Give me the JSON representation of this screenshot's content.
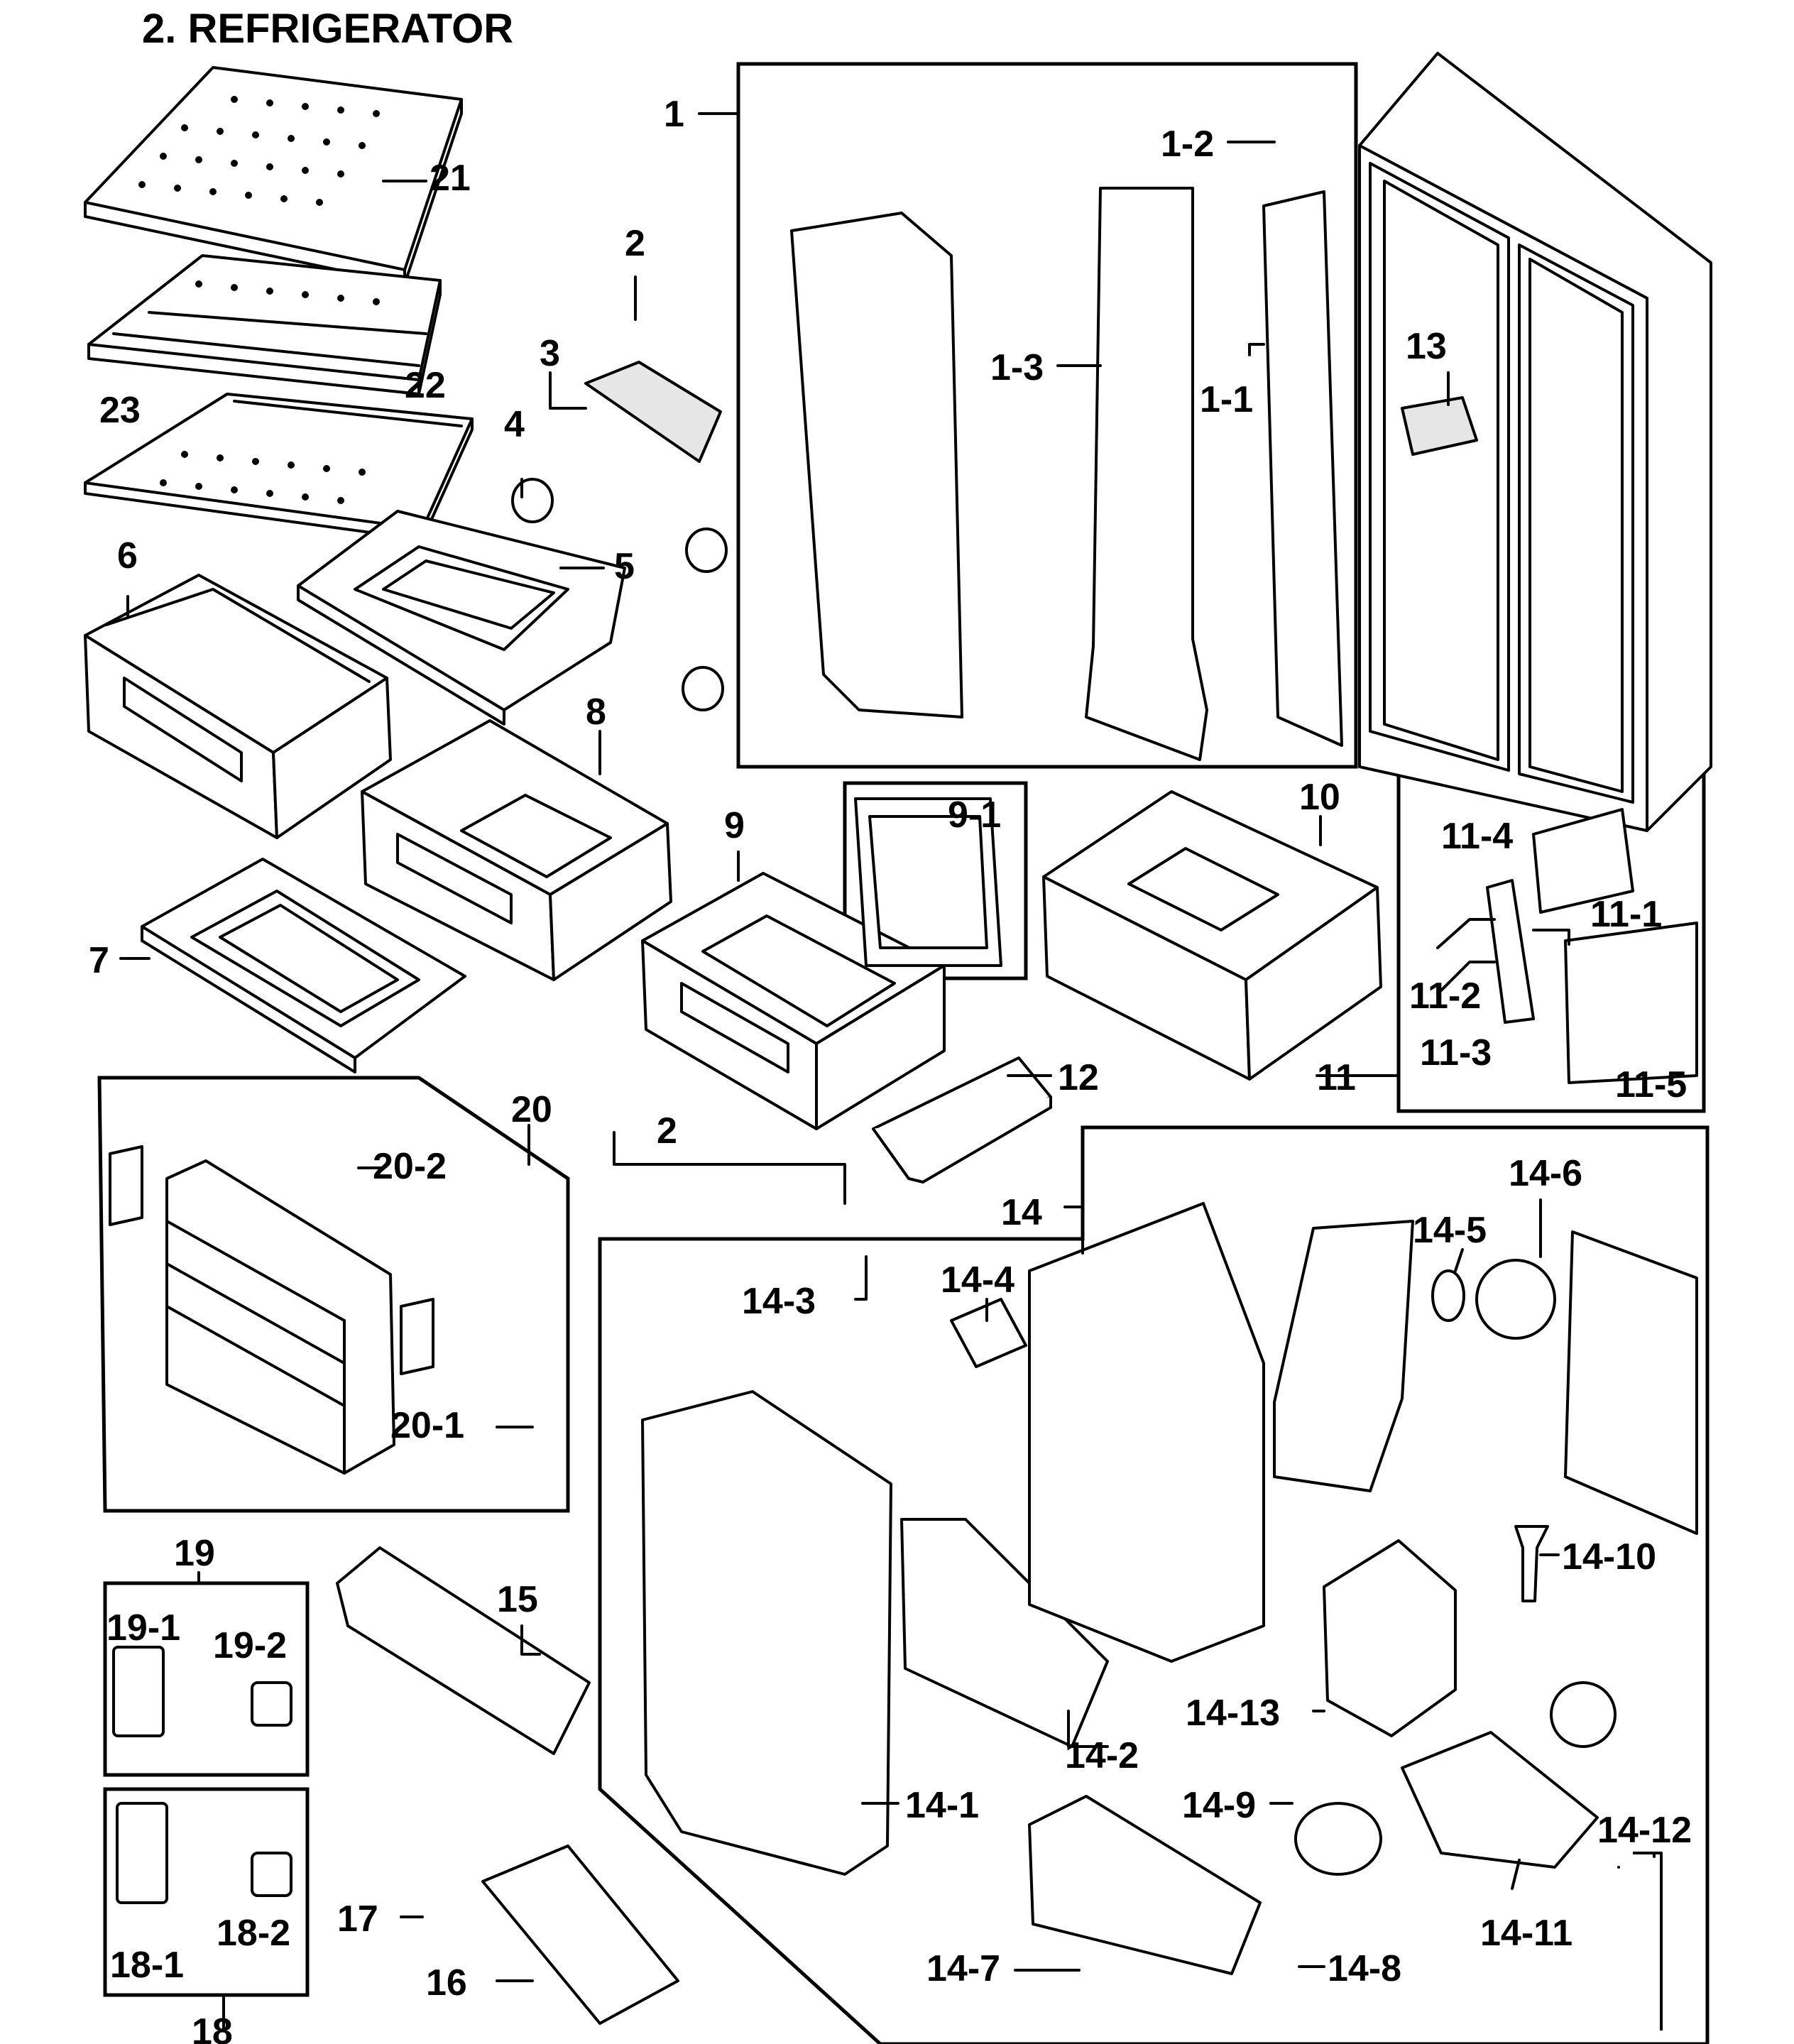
{
  "title": "2. REFRIGERATOR",
  "labels": {
    "l1": "1",
    "l1_1": "1-1",
    "l1_2": "1-2",
    "l1_3": "1-3",
    "l2a": "2",
    "l2b": "2",
    "l3": "3",
    "l4": "4",
    "l5": "5",
    "l6": "6",
    "l7": "7",
    "l8": "8",
    "l9": "9",
    "l9_1": "9-1",
    "l10": "10",
    "l11": "11",
    "l11_1": "11-1",
    "l11_2": "11-2",
    "l11_3": "11-3",
    "l11_4": "11-4",
    "l11_5": "11-5",
    "l12": "12",
    "l13": "13",
    "l14": "14",
    "l14_1": "14-1",
    "l14_2": "14-2",
    "l14_3": "14-3",
    "l14_4": "14-4",
    "l14_5": "14-5",
    "l14_6": "14-6",
    "l14_7": "14-7",
    "l14_8": "14-8",
    "l14_9": "14-9",
    "l14_10": "14-10",
    "l14_11": "14-11",
    "l14_12": "14-12",
    "l14_13": "14-13",
    "l15": "15",
    "l16": "16",
    "l17": "17",
    "l18": "18",
    "l18_1": "18-1",
    "l18_2": "18-2",
    "l19": "19",
    "l19_1": "19-1",
    "l19_2": "19-2",
    "l20": "20",
    "l20_1": "20-1",
    "l20_2": "20-2",
    "l21": "21",
    "l22": "22",
    "l23": "23"
  }
}
